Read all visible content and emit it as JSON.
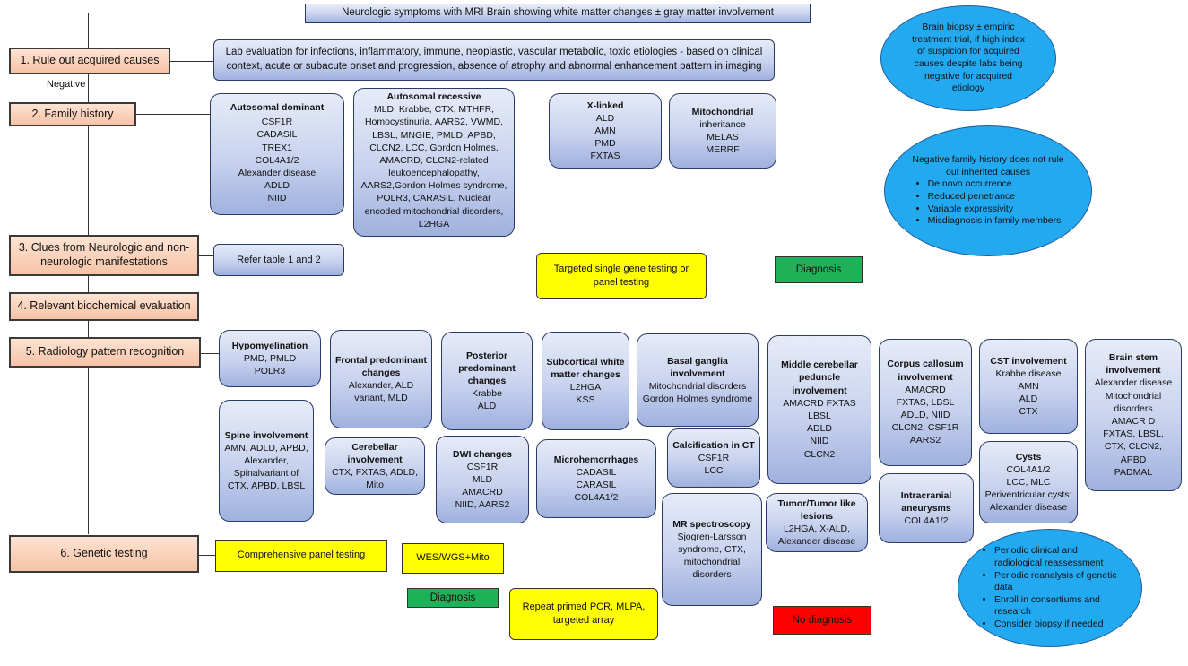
{
  "header": "Neurologic symptoms with MRI Brain showing white matter changes ± gray matter involvement",
  "negative_label": "Negative",
  "steps": [
    "1. Rule out acquired causes",
    "2. Family history",
    "3. Clues from Neurologic and non-neurologic manifestations",
    "4. Relevant biochemical evaluation",
    "5. Radiology pattern recognition",
    "6. Genetic testing"
  ],
  "lab_eval": "Lab evaluation for infections, inflammatory, immune, neoplastic, vascular metabolic, toxic etiologies - based on clinical context, acute or subacute onset and progression, absence of atrophy and abnormal enhancement pattern in imaging",
  "oval_biopsy": "Brain biopsy ± empiric treatment trial, if high index of suspicion for acquired causes despite labs being negative for acquired etiology",
  "inheritance": {
    "ad": {
      "title": "Autosomal dominant",
      "items": [
        "CSF1R",
        "CADASIL",
        "TREX1",
        "COL4A1/2",
        "Alexander disease",
        "ADLD",
        "NIID"
      ]
    },
    "ar": {
      "title": "Autosomal recessive",
      "text": "MLD, Krabbe, CTX, MTHFR, Homocystinuria, AARS2, VWMD, LBSL, MNGIE, PMLD, APBD, CLCN2, LCC, Gordon Holmes, AMACRD, CLCN2-related leukoencephalopathy, AARS2,Gordon Holmes syndrome, POLR3, CARASIL, Nuclear encoded mitochondrial disorders, L2HGA"
    },
    "xl": {
      "title": "X-linked",
      "items": [
        "ALD",
        "AMN",
        "PMD",
        "FXTAS"
      ]
    },
    "mito": {
      "title": "Mitochondrial",
      "items": [
        "inheritance",
        "MELAS",
        "MERRF"
      ]
    }
  },
  "oval_family": {
    "title": "Negative family history does not rule out inherited causes",
    "items": [
      "De novo occurrence",
      "Reduced penetrance",
      "Variable expressivity",
      "Misdiagnosis in family members"
    ]
  },
  "refer": "Refer table 1 and 2",
  "targeted": "Targeted single gene testing or panel testing",
  "diagnosis": "Diagnosis",
  "radiology": {
    "hypomyelination": {
      "title": "Hypomyelination",
      "items": [
        "PMD, PMLD",
        "POLR3"
      ]
    },
    "frontal": {
      "title": "Frontal predominant changes",
      "items": [
        "Alexander, ALD variant, MLD"
      ]
    },
    "posterior": {
      "title": "Posterior predominant changes",
      "items": [
        "Krabbe",
        "ALD"
      ]
    },
    "subcortical": {
      "title": "Subcortical white matter changes",
      "items": [
        "L2HGA",
        "KSS"
      ]
    },
    "basal": {
      "title": "Basal ganglia involvement",
      "items": [
        "Mitochondrial disorders",
        "Gordon Holmes syndrome"
      ]
    },
    "mcp": {
      "title": "Middle cerebellar peduncle involvement",
      "items": [
        "AMACRD FXTAS",
        "LBSL",
        "ADLD",
        "NIID",
        "CLCN2"
      ]
    },
    "cc": {
      "title": "Corpus callosum involvement",
      "items": [
        "AMACRD",
        "FXTAS, LBSL",
        "ADLD, NIID",
        "CLCN2, CSF1R",
        "AARS2"
      ]
    },
    "cst": {
      "title": "CST involvement",
      "items": [
        "Krabbe disease",
        "AMN",
        "ALD",
        "CTX"
      ]
    },
    "brainstem": {
      "title": "Brain stem involvement",
      "items": [
        "Alexander disease",
        "Mitochondrial disorders",
        "AMACR D",
        "FXTAS, LBSL,",
        "CTX, CLCN2,",
        "APBD",
        "PADMAL"
      ]
    },
    "spine": {
      "title": "Spine involvement",
      "items": [
        "AMN, ADLD, APBD, Alexander, Spinalvariant of CTX, APBD, LBSL"
      ]
    },
    "cerebellar": {
      "title": "Cerebellar involvement",
      "items": [
        "CTX, FXTAS, ADLD, Mito"
      ]
    },
    "dwi": {
      "title": "DWI changes",
      "items": [
        "CSF1R",
        "MLD",
        "AMACRD",
        "NIID, AARS2"
      ]
    },
    "microhem": {
      "title": "Microhemorrhages",
      "items": [
        "CADASIL",
        "CARASIL",
        "COL4A1/2"
      ]
    },
    "calc": {
      "title": "Calcification in CT",
      "items": [
        "CSF1R",
        "LCC"
      ]
    },
    "mrs": {
      "title": "MR spectroscopy",
      "items": [
        "Sjogren-Larsson syndrome, CTX, mitochondrial disorders"
      ]
    },
    "tumor": {
      "title": "Tumor/Tumor like lesions",
      "items": [
        "L2HGA, X-ALD, Alexander disease"
      ]
    },
    "aneurysm": {
      "title": "Intracranial aneurysms",
      "items": [
        "COL4A1/2"
      ]
    },
    "cysts": {
      "title": "Cysts",
      "items": [
        "COL4A1/2",
        "LCC, MLC",
        "Periventricular cysts: Alexander disease"
      ]
    }
  },
  "comprehensive": "Comprehensive panel testing",
  "wes": "WES/WGS+Mito",
  "repeat": "Repeat primed PCR, MLPA, targeted array",
  "no_diagnosis": "No diagnosis",
  "oval_periodic": [
    "Periodic clinical and radiological reassessment",
    "Periodic reanalysis of genetic data",
    "Enroll in consortiums and research",
    "Consider biopsy if needed"
  ]
}
